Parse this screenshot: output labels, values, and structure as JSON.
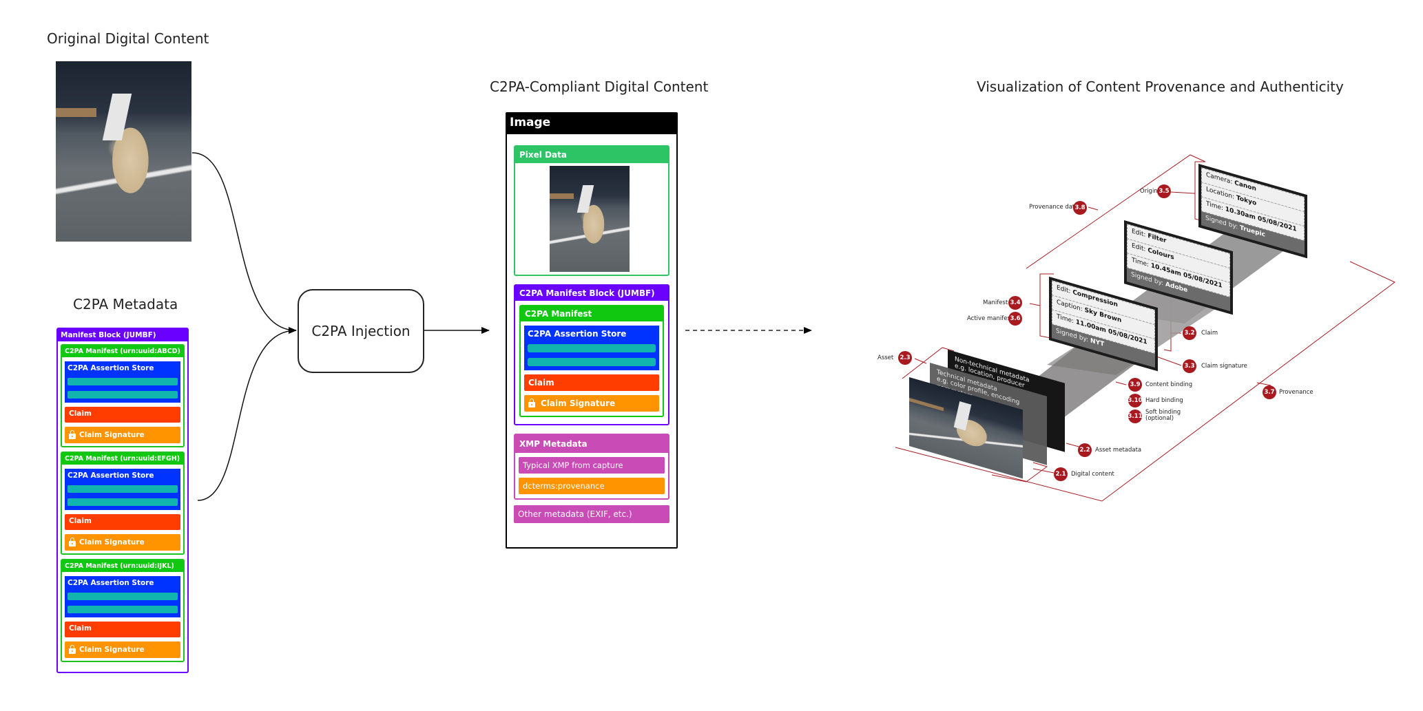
{
  "sections": {
    "original": {
      "title": "Original Digital Content"
    },
    "metadata": {
      "title": "C2PA Metadata"
    },
    "compliant": {
      "title": "C2PA-Compliant Digital Content"
    },
    "visualization": {
      "title": "Visualization of Content Provenance and Authenticity"
    }
  },
  "colors": {
    "jumbf": "#6a00ff",
    "manifest": "#11c811",
    "assertion_store": "#0033ff",
    "assertion_bar": "#12b5ad",
    "claim": "#ff3d00",
    "claim_signature": "#ff9400",
    "pixel_data": "#2dc466",
    "xmp": "#c94bb5",
    "badge": "#a81a1f"
  },
  "manifest_block": {
    "title": "Manifest Block (JUMBF)",
    "manifests": [
      {
        "title": "C2PA Manifest (urn:uuid:ABCD)",
        "assertion_store": "C2PA Assertion Store",
        "claim": "Claim",
        "claim_signature": "Claim Signature"
      },
      {
        "title": "C2PA Manifest (urn:uuid:EFGH)",
        "assertion_store": "C2PA Assertion Store",
        "claim": "Claim",
        "claim_signature": "Claim Signature"
      },
      {
        "title": "C2PA Manifest (urn:uuid:IJKL)",
        "assertion_store": "C2PA Assertion Store",
        "claim": "Claim",
        "claim_signature": "Claim Signature"
      }
    ]
  },
  "injection": {
    "label": "C2PA Injection"
  },
  "image_box": {
    "title": "Image",
    "pixel_data": "Pixel Data",
    "jumbf": {
      "title": "C2PA Manifest Block (JUMBF)",
      "manifest": "C2PA Manifest",
      "assertion_store": "C2PA Assertion Store",
      "claim": "Claim",
      "claim_signature": "Claim Signature"
    },
    "xmp": {
      "title": "XMP Metadata",
      "items": [
        "Typical XMP from capture",
        "dcterms:provenance"
      ]
    },
    "other": "Other metadata (EXIF, etc.)"
  },
  "visualization": {
    "cards": [
      {
        "rows": [
          {
            "k": "Camera: ",
            "v": "Canon"
          },
          {
            "k": "Location: ",
            "v": "Tokyo"
          },
          {
            "k": "Time: ",
            "v": "10.30am 05/08/2021"
          }
        ],
        "signed_k": "Signed by: ",
        "signed_v": "Truepic"
      },
      {
        "rows": [
          {
            "k": "Edit: ",
            "v": "Filter"
          },
          {
            "k": "Edit: ",
            "v": "Colours"
          },
          {
            "k": "Time: ",
            "v": "10.45am 05/08/2021"
          }
        ],
        "signed_k": "Signed by: ",
        "signed_v": "Adobe"
      },
      {
        "rows": [
          {
            "k": "Edit: ",
            "v": "Compression"
          },
          {
            "k": "Caption: ",
            "v": "Sky Brown"
          },
          {
            "k": "Time: ",
            "v": "11.00am 05/08/2021"
          }
        ],
        "signed_k": "Signed by: ",
        "signed_v": "NYT"
      }
    ],
    "layers": {
      "non_technical": [
        "Non-technical metadata",
        "e.g. location, producer"
      ],
      "technical": [
        "Technical metadata",
        "e.g. color profile, encoding parameters."
      ]
    },
    "callouts": [
      {
        "num": "3.8",
        "label": "Provenance data"
      },
      {
        "num": "3.5",
        "label": "Origin"
      },
      {
        "num": "3.4",
        "label": "Manifest"
      },
      {
        "num": "3.6",
        "label": "Active manifest"
      },
      {
        "num": "2.3",
        "label": "Asset"
      },
      {
        "num": "3.2",
        "label": "Claim"
      },
      {
        "num": "3.3",
        "label": "Claim signature"
      },
      {
        "num": "3.9",
        "label": "Content binding"
      },
      {
        "num": "3.10",
        "label": "Hard binding"
      },
      {
        "num": "3.11",
        "label": "Soft binding\n(optional)"
      },
      {
        "num": "3.7",
        "label": "Provenance"
      },
      {
        "num": "2.2",
        "label": "Asset metadata"
      },
      {
        "num": "2.1",
        "label": "Digital content"
      }
    ]
  }
}
